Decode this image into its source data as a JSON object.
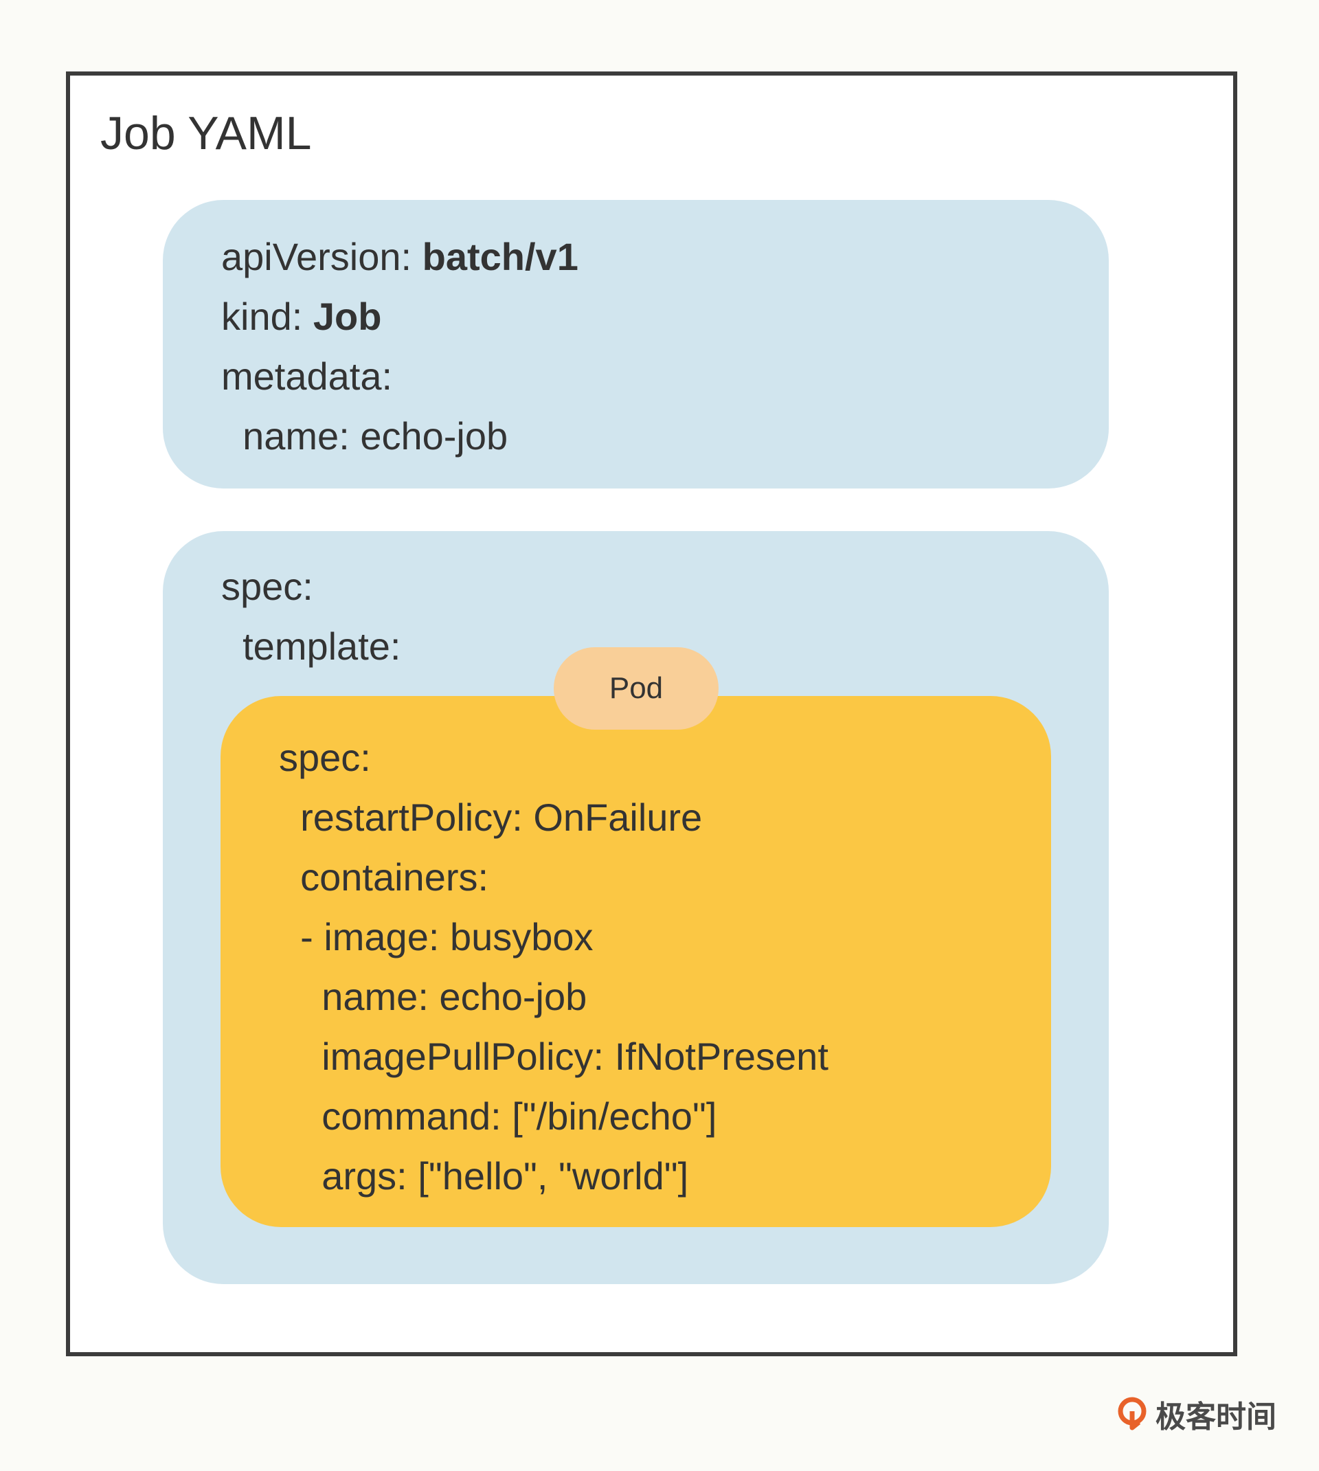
{
  "diagram": {
    "title": "Job YAML",
    "header_block": {
      "lines": [
        {
          "key": "apiVersion:",
          "value": "batch/v1",
          "bold_value": true
        },
        {
          "key": "kind:",
          "value": "Job",
          "bold_value": true
        },
        {
          "key": "metadata:",
          "value": "",
          "bold_value": false
        },
        {
          "key": "  name:",
          "value": "echo-job",
          "bold_value": false
        }
      ]
    },
    "spec_block": {
      "spec_label": "spec:",
      "template_label": "  template:"
    },
    "pod_badge": "Pod",
    "pod_block": {
      "lines": [
        "spec:",
        "  restartPolicy: OnFailure",
        "  containers:",
        "  - image: busybox",
        "    name: echo-job",
        "    imagePullPolicy: IfNotPresent",
        "    command: [\"/bin/echo\"]",
        "    args: [\"hello\", \"world\"]"
      ]
    },
    "colors": {
      "frame_border": "#3c3c3c",
      "outer_block": "#d1e5ee",
      "pod_block": "#fbc744",
      "pod_badge": "#f9cf98",
      "brand_accent": "#e8622a"
    }
  },
  "brand": {
    "icon": "geektime-logo-icon",
    "text": "极客时间"
  }
}
